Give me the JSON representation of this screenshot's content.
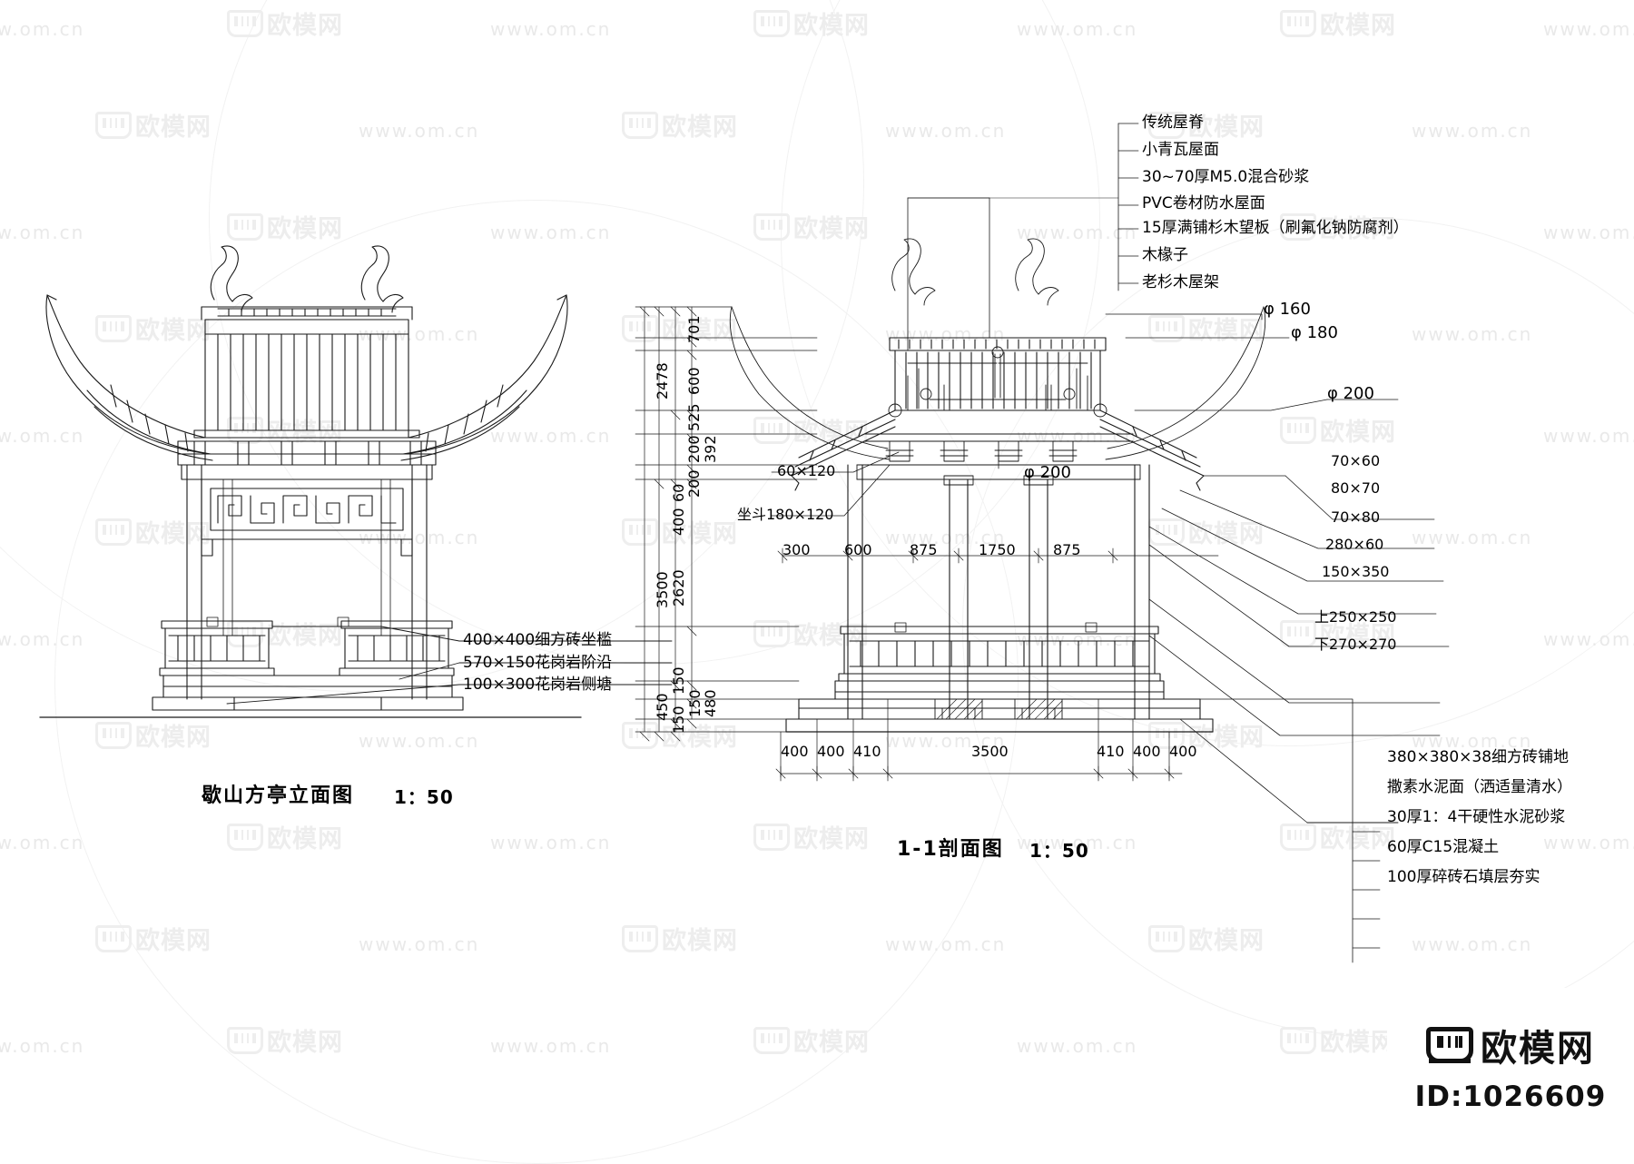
{
  "document": {
    "sheet_type": "CAD architectural drawing",
    "views": [
      {
        "title": "歇山方亭立面图",
        "scale": "1：50"
      },
      {
        "title": "1-1剖面图",
        "scale": "1：50"
      }
    ]
  },
  "elevation": {
    "title": "歇山方亭立面图",
    "scale": "1：50",
    "leader_notes": [
      "400×400细方砖坐槛",
      "570×150花岗岩阶沿",
      "100×300花岗岩侧塘"
    ]
  },
  "section": {
    "title": "1-1剖面图",
    "scale": "1：50",
    "roof_notes": [
      "传统屋脊",
      "小青瓦屋面",
      "30~70厚M5.0混合砂浆",
      "PVC卷材防水屋面",
      "15厚满铺杉木望板（刷氟化钠防腐剂）",
      "木椽子",
      "老杉木屋架"
    ],
    "floor_notes": [
      "380×380×38细方砖铺地",
      "撒素水泥面（洒适量清水）",
      "30厚1：4干硬性水泥砂浆",
      "60厚C15混凝土",
      "100厚碎砖石填层夯实"
    ],
    "diameter_labels": [
      {
        "text": "φ 160"
      },
      {
        "text": "φ 180"
      },
      {
        "text": "φ 200"
      },
      {
        "text": "φ 200"
      }
    ],
    "member_sizes": [
      "70×60",
      "80×70",
      "70×80",
      "280×60",
      "150×350"
    ],
    "column_sizes": [
      "上250×250",
      "下270×270"
    ],
    "inner_labels": [
      "60×120",
      "坐斗180×120"
    ],
    "vertical_dimensions": [
      "701",
      "600",
      "525",
      "200",
      "200",
      "392",
      "60",
      "400",
      "2478",
      "2620",
      "3500",
      "480",
      "150",
      "150",
      "150",
      "450"
    ],
    "horizontal_dimensions_upper": [
      "300",
      "600",
      "875",
      "1750",
      "875"
    ],
    "horizontal_dimensions_lower": [
      "400",
      "400",
      "410",
      "3500",
      "410",
      "400",
      "400"
    ]
  },
  "watermark": {
    "url_text": "www.om.cn",
    "logo_text": "欧模网",
    "brand_name": "欧模网",
    "asset_id": "ID:1026609"
  }
}
